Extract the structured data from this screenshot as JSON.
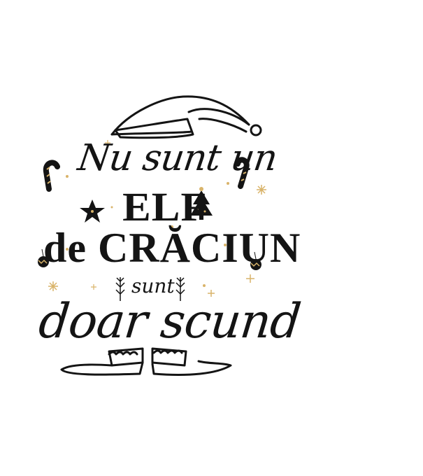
{
  "quote": {
    "line1": "Nu sunt un",
    "line2": "ELF",
    "line3": "de CRĂCIUN",
    "line4": "sunt",
    "line5": "doar scund"
  },
  "colors": {
    "ink": "#141414",
    "gold": "#d9b46a",
    "background": "#ffffff"
  },
  "icons": [
    "santa-hat-icon",
    "candy-cane-icon",
    "star-ornament-icon",
    "christmas-tree-icon",
    "bauble-icon",
    "sprig-icon",
    "snowflake-icon",
    "elf-shoe-icon"
  ]
}
